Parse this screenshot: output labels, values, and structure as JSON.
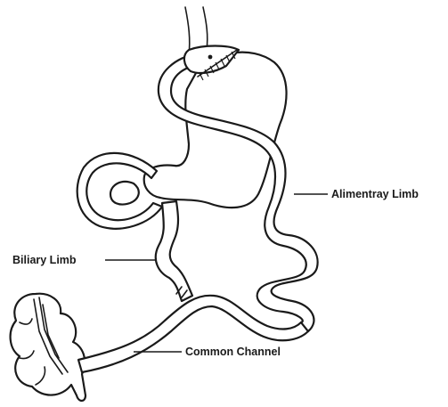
{
  "labels": {
    "alimentary_limb": "Alimentray Limb",
    "biliary_limb": "Biliary Limb",
    "common_channel": "Common Channel"
  },
  "colors": {
    "line": "#1a1a1a",
    "fill": "#ffffff"
  }
}
